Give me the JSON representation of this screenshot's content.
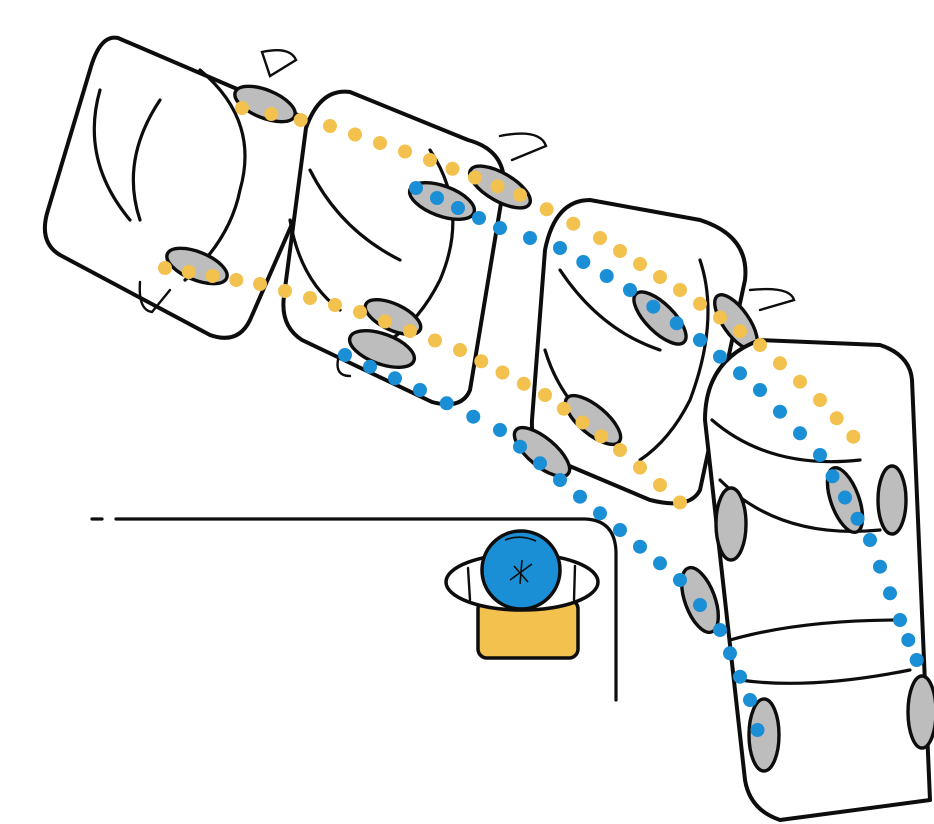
{
  "colors": {
    "background": "#ffffff",
    "outline": "#0d0d0d",
    "tire_fill": "#bdbdbd",
    "front_wheel_path": "#f2c14e",
    "rear_wheel_path": "#1b8fd6",
    "pedestrian_head": "#1b8fd6",
    "pedestrian_body": "#f2c14e"
  },
  "elements": {
    "car_count": 4,
    "path_types": [
      "front-wheel-path",
      "rear-wheel-path"
    ],
    "icons": [
      "car-outline-icon",
      "pedestrian-icon",
      "curb-corner-icon"
    ]
  }
}
